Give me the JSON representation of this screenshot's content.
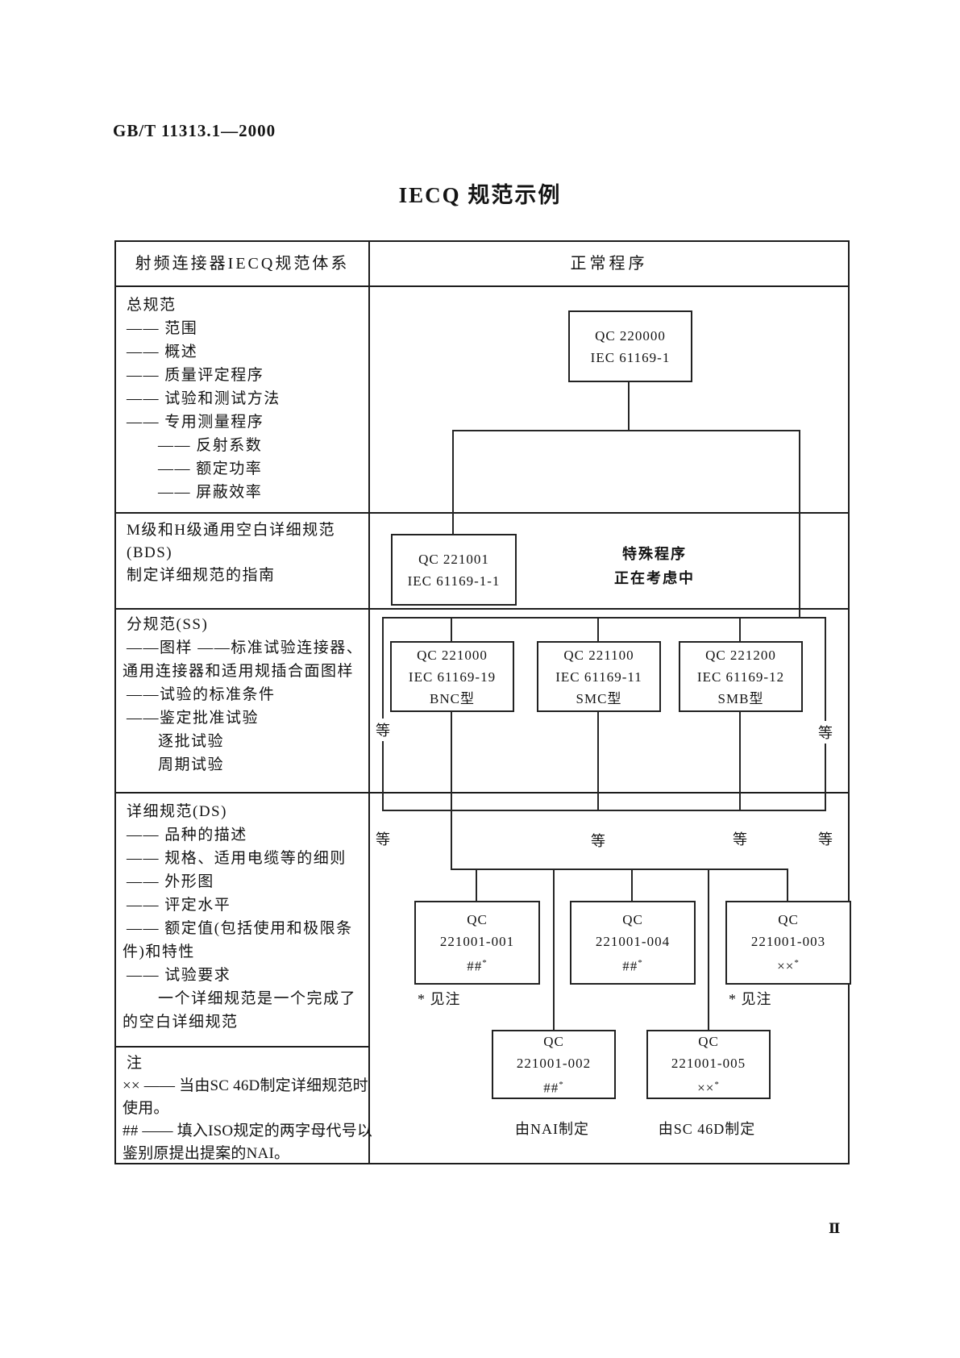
{
  "page": {
    "doc_code": "GB/T 11313.1—2000",
    "title": "IECQ 规范示例",
    "page_number": "Ⅱ"
  },
  "table": {
    "header": {
      "left": "射频连接器IECQ规范体系",
      "right": "正常程序"
    },
    "left_rows": [
      {
        "name": "generic-specification",
        "lines": [
          {
            "t": "总规范",
            "lv": "head"
          },
          {
            "t": "—— 范围",
            "lv": "d1"
          },
          {
            "t": "—— 概述",
            "lv": "d1"
          },
          {
            "t": "—— 质量评定程序",
            "lv": "d1"
          },
          {
            "t": "—— 试验和测试方法",
            "lv": "d1"
          },
          {
            "t": "—— 专用测量程序",
            "lv": "d1"
          },
          {
            "t": "—— 反射系数",
            "lv": "d2"
          },
          {
            "t": "—— 额定功率",
            "lv": "d2"
          },
          {
            "t": "—— 屏蔽效率",
            "lv": "d2"
          }
        ]
      },
      {
        "name": "blank-detail-specification",
        "lines": [
          {
            "t": "M级和H级通用空白详细规范",
            "lv": "head"
          },
          {
            "t": "(BDS)",
            "lv": "head"
          },
          {
            "t": "制定详细规范的指南",
            "lv": "head"
          }
        ]
      },
      {
        "name": "sectional-specification",
        "lines": [
          {
            "t": "分规范(SS)",
            "lv": "head"
          },
          {
            "t": "——图样 ——标准试验连接器、",
            "lv": "d1"
          },
          {
            "t": "通用连接器和适用规插合面图样",
            "lv": "flush"
          },
          {
            "t": "——试验的标准条件",
            "lv": "d1"
          },
          {
            "t": "——鉴定批准试验",
            "lv": "d1"
          },
          {
            "t": "逐批试验",
            "lv": "d2"
          },
          {
            "t": "周期试验",
            "lv": "d2"
          }
        ]
      },
      {
        "name": "detail-specification",
        "lines": [
          {
            "t": "详细规范(DS)",
            "lv": "head"
          },
          {
            "t": "—— 品种的描述",
            "lv": "d1"
          },
          {
            "t": "—— 规格、适用电缆等的细则",
            "lv": "d1"
          },
          {
            "t": "—— 外形图",
            "lv": "d1"
          },
          {
            "t": "—— 评定水平",
            "lv": "d1"
          },
          {
            "t": "—— 额定值(包括使用和极限条",
            "lv": "d1"
          },
          {
            "t": "件)和特性",
            "lv": "flush"
          },
          {
            "t": "—— 试验要求",
            "lv": "d1"
          },
          {
            "t": "一个详细规范是一个完成了",
            "lv": "d2"
          },
          {
            "t": "的空白详细规范",
            "lv": "flush"
          }
        ]
      },
      {
        "name": "notes",
        "lines": [
          {
            "t": "注",
            "lv": "head"
          },
          {
            "t": "×× —— 当由SC 46D制定详细规范时",
            "lv": "flush"
          },
          {
            "t": "使用。",
            "lv": "flush"
          },
          {
            "t": "## —— 填入ISO规定的两字母代号以",
            "lv": "flush"
          },
          {
            "t": "鉴别原提出提案的NAI。",
            "lv": "flush"
          }
        ]
      }
    ],
    "flowchart": {
      "boxes": [
        {
          "id": "qc-220000",
          "lines": [
            "QC 220000",
            "IEC 61169-1"
          ]
        },
        {
          "id": "qc-221001",
          "lines": [
            "QC 221001",
            "IEC 61169-1-1"
          ]
        },
        {
          "id": "qc-221000-bnc",
          "lines": [
            "QC 221000",
            "IEC 61169-19",
            "BNC型"
          ]
        },
        {
          "id": "qc-221100-smc",
          "lines": [
            "QC 221100",
            "IEC 61169-11",
            "SMC型"
          ]
        },
        {
          "id": "qc-221200-smb",
          "lines": [
            "QC 221200",
            "IEC 61169-12",
            "SMB型"
          ]
        },
        {
          "id": "qc-221001-001",
          "lines": [
            "QC",
            "221001-001",
            "##*"
          ]
        },
        {
          "id": "qc-221001-004",
          "lines": [
            "QC",
            "221001-004",
            "##*"
          ]
        },
        {
          "id": "qc-221001-003",
          "lines": [
            "QC",
            "221001-003",
            "××*"
          ]
        },
        {
          "id": "qc-221001-002",
          "lines": [
            "QC",
            "221001-002",
            "##*"
          ]
        },
        {
          "id": "qc-221001-005",
          "lines": [
            "QC",
            "221001-005",
            "××*"
          ]
        }
      ],
      "special_procedure": {
        "line1": "特殊程序",
        "line2": "正在考虑中"
      },
      "etc_label": "等",
      "see_note_label": "* 见注",
      "made_by_nai": "由NAI制定",
      "made_by_sc46d": "由SC 46D制定"
    }
  }
}
